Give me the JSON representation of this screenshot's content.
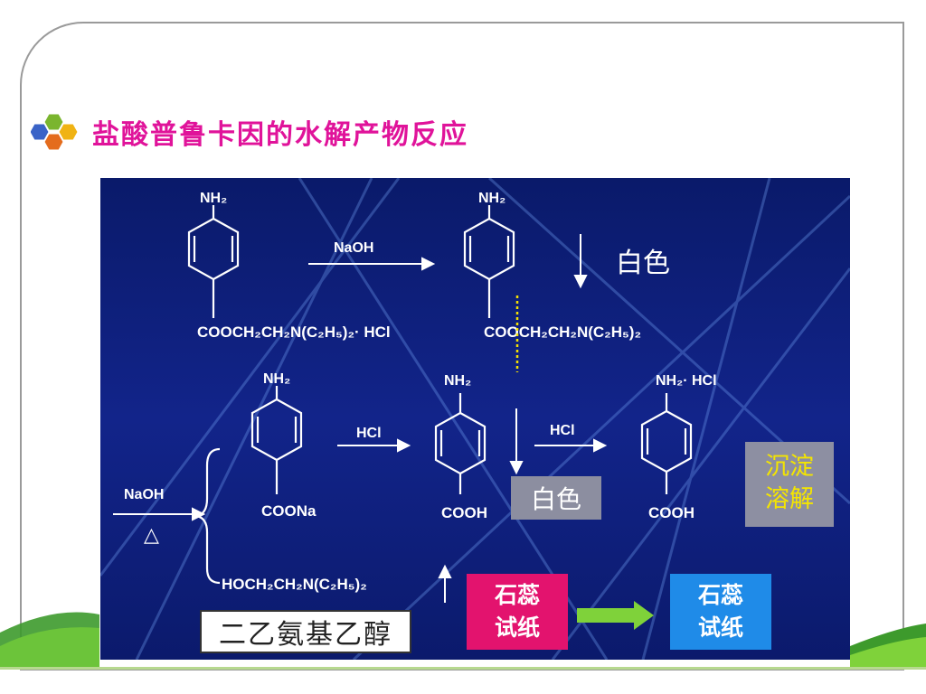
{
  "title": "盐酸普鲁卡因的水解产物反应",
  "reaction1": {
    "reactant_top": "NH₂",
    "reactant_bottom": "COOCH₂CH₂N(C₂H₅)₂· HCl",
    "reagent": "NaOH",
    "product_top": "NH₂",
    "product_bottom": "COOCH₂CH₂N(C₂H₅)₂",
    "precipitate_label": "白色"
  },
  "reaction2": {
    "reagent_naoh": "NaOH",
    "heat_symbol": "△",
    "sodium_salt_top": "NH₂",
    "sodium_salt_bottom": "COONa",
    "hcl_1": "HCl",
    "acid_top": "NH₂",
    "acid_bottom": "COOH",
    "white_label": "白色",
    "hcl_2": "HCl",
    "hydrochloride_top": "NH₂· HCl",
    "hydrochloride_bottom": "COOH",
    "dissolve_label_1": "沉淀",
    "dissolve_label_2": "溶解",
    "byproduct": "HOCH₂CH₂N(C₂H₅)₂",
    "byproduct_name": "二乙氨基乙醇"
  },
  "litmus": {
    "red_line1": "石蕊",
    "red_line2": "试纸",
    "blue_line1": "石蕊",
    "blue_line2": "试纸",
    "red_color": "#e3136e",
    "blue_color": "#1f8be8",
    "arrow_color": "#7fd23a"
  },
  "colors": {
    "title": "#e0139a",
    "panel_bg": "#0f1f78"
  }
}
